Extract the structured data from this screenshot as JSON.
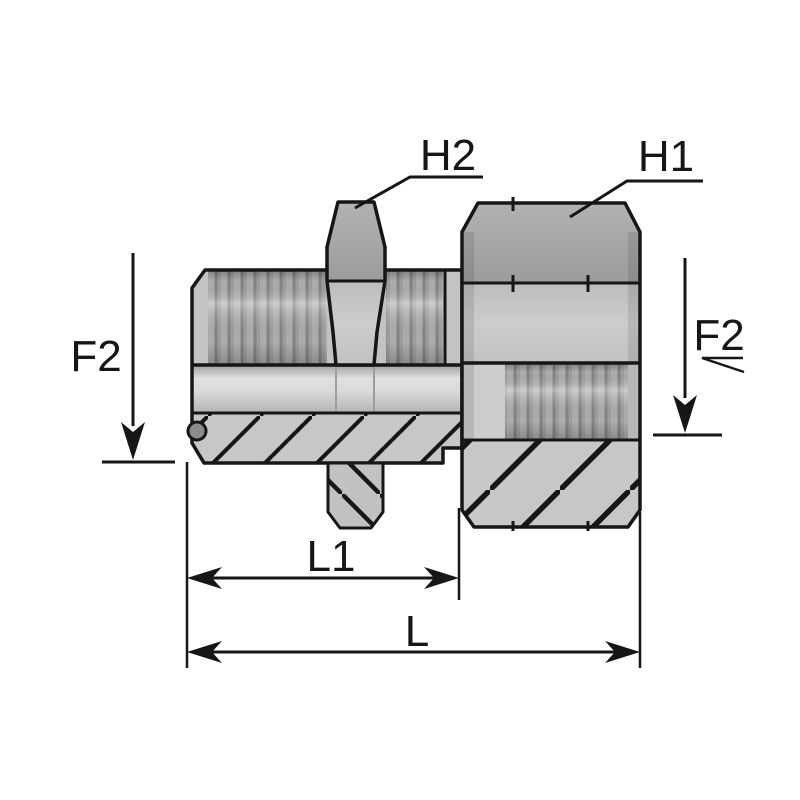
{
  "diagram": {
    "type": "technical-drawing",
    "subject": "Male stud bulkhead adapter with locknut - dimensioned side view, half section",
    "background": "#ffffff",
    "line_color": "#161616",
    "body_gray": "#c3c3c3",
    "labels": {
      "h2": "H2",
      "h1": "H1",
      "f2_left": "F2",
      "f2_right": "F2",
      "l1": "L1",
      "l_total": "L"
    },
    "callouts": [
      {
        "label": "H2",
        "points_to": "locknut hex flats"
      },
      {
        "label": "H1",
        "points_to": "body hex flats"
      },
      {
        "label": "F2",
        "points_to": "thread diameter (both ends)"
      },
      {
        "label": "L1",
        "points_to": "male thread length"
      },
      {
        "label": "L",
        "points_to": "overall length"
      }
    ]
  }
}
